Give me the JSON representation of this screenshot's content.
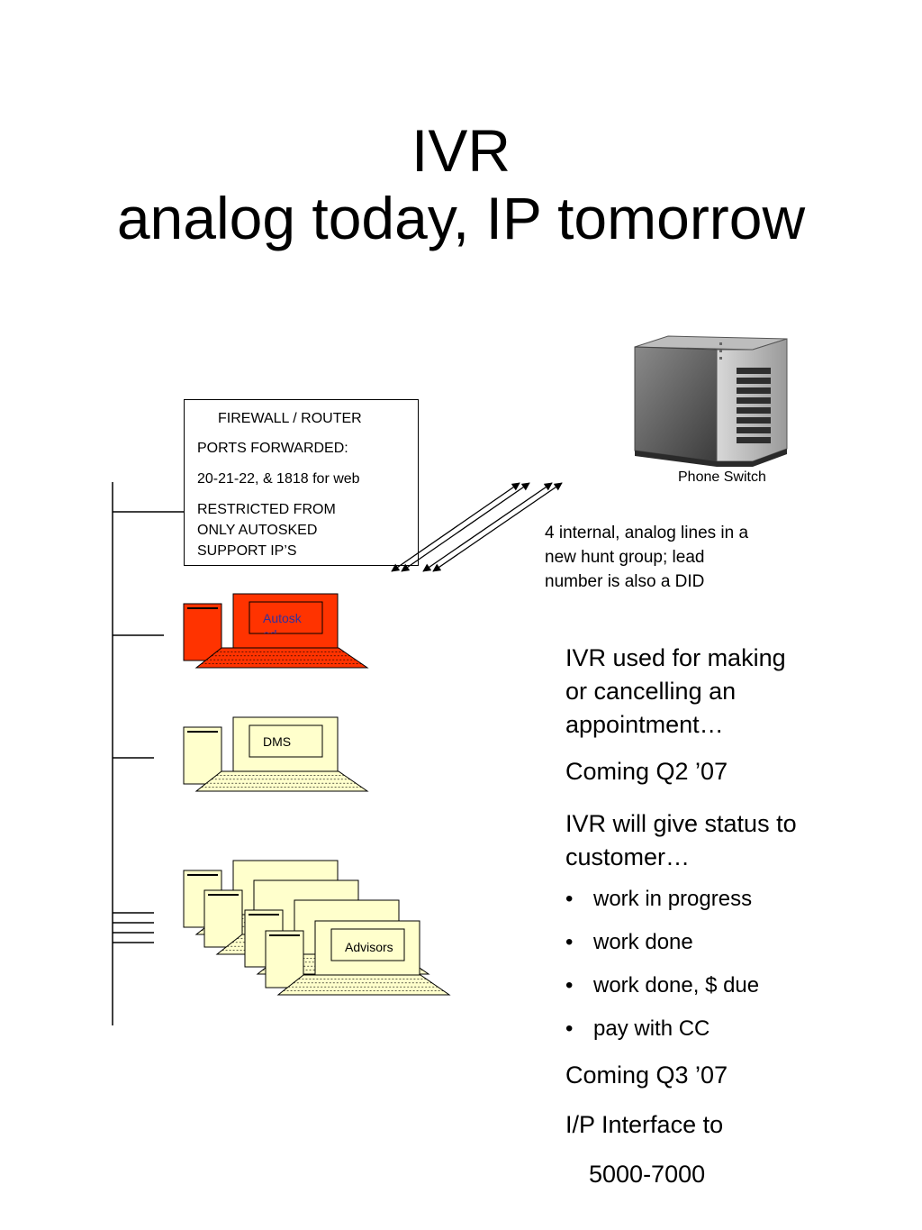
{
  "title": {
    "line1": "IVR",
    "line2": "analog today, IP tomorrow"
  },
  "firewall": {
    "heading": "FIREWALL / ROUTER",
    "ports_label": "PORTS FORWARDED:",
    "ports_value": "20-21-22, & 1818 for web",
    "restricted": [
      "RESTRICTED FROM",
      "ONLY AUTOSKED",
      "SUPPORT IP’S"
    ]
  },
  "phone_switch": {
    "label": "Phone Switch",
    "icon": "server-tower-icon"
  },
  "lines_note": [
    "4 internal, analog lines in a",
    "new hunt group; lead",
    "number is also a DID"
  ],
  "computers": [
    {
      "label": "Autosked",
      "color": "#ff3300"
    },
    {
      "label": "DMS",
      "color": "#ffffcc"
    },
    {
      "label": "Advisors",
      "color": "#ffffcc"
    }
  ],
  "notes": {
    "intro": [
      "IVR used for making",
      "or cancelling an",
      "appointment…"
    ],
    "coming1": "Coming Q2 ’07",
    "status": [
      "IVR will give status to",
      "customer…"
    ],
    "bullets": [
      "work in progress",
      "work done",
      "work done, $ due",
      "pay with CC"
    ],
    "coming2": "Coming Q3 ’07",
    "ip_interface": "I/P Interface to",
    "range": "5000-7000"
  },
  "colors": {
    "autosked": "#ff3300",
    "pc": "#ffffcc",
    "server": "#6e6e6e"
  }
}
